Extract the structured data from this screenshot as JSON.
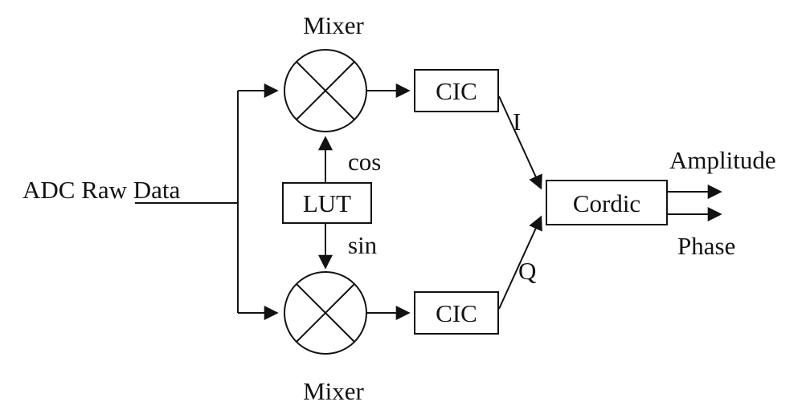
{
  "diagram": {
    "type": "block-diagram",
    "description": "Digital down-converter signal chain: ADC raw data split to two mixers fed by LUT cos/sin, through CIC filters producing I and Q into a Cordic block outputting Amplitude and Phase",
    "colors": {
      "background": "#ffffff",
      "stroke": "#121212",
      "text": "#121212"
    },
    "nodes": {
      "input_label": "ADC Raw Data",
      "mixer_top_label": "Mixer",
      "mixer_bottom_label": "Mixer",
      "lut_label": "LUT",
      "cic_top_label": "CIC",
      "cic_bottom_label": "CIC",
      "cordic_label": "Cordic"
    },
    "signals": {
      "cos_label": "cos",
      "sin_label": "sin",
      "i_label": "I",
      "q_label": "Q",
      "amplitude_label": "Amplitude",
      "phase_label": "Phase"
    }
  }
}
